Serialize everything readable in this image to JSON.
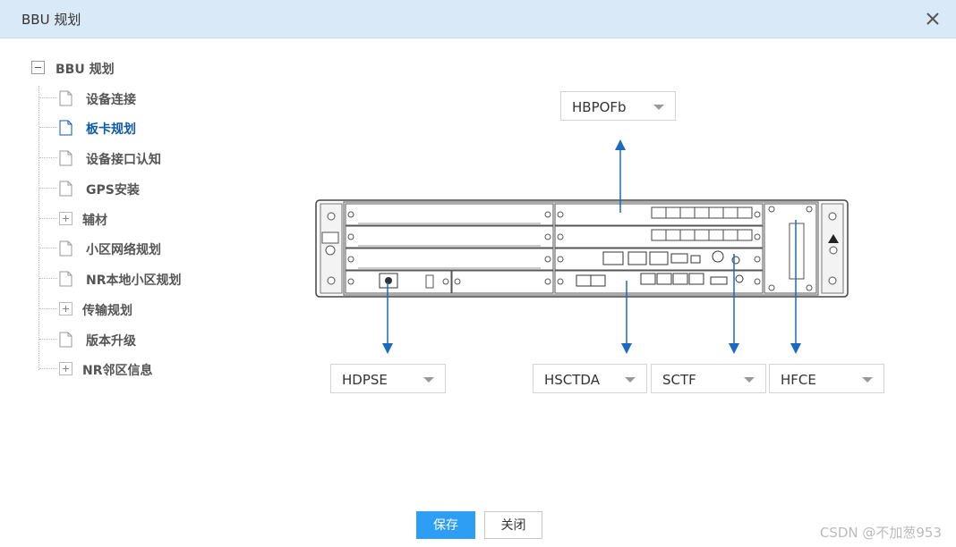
{
  "dialog": {
    "title": "BBU 规划"
  },
  "tree": {
    "root_label": "BBU 规划",
    "items": [
      {
        "label": "设备连接",
        "type": "file",
        "active": false
      },
      {
        "label": "板卡规划",
        "type": "file",
        "active": true
      },
      {
        "label": "设备接口认知",
        "type": "file",
        "active": false
      },
      {
        "label": "GPS安装",
        "type": "file",
        "active": false
      },
      {
        "label": "辅材",
        "type": "folder",
        "active": false
      },
      {
        "label": "小区网络规划",
        "type": "file",
        "active": false
      },
      {
        "label": "NR本地小区规划",
        "type": "file",
        "active": false
      },
      {
        "label": "传输规划",
        "type": "folder",
        "active": false
      },
      {
        "label": "版本升级",
        "type": "file",
        "active": false
      },
      {
        "label": "NR邻区信息",
        "type": "folder",
        "active": false
      }
    ]
  },
  "board_selects": {
    "top": "HBPOFb",
    "slot_power": "HDPSE",
    "slot_transport": "HSCTDA",
    "slot_control": "SCTF",
    "slot_fan": "HFCE"
  },
  "actions": {
    "save_label": "保存",
    "close_label": "关闭"
  },
  "watermark": "CSDN @不加葱953",
  "colors": {
    "titlebar": "#d9e9f7",
    "primary_button": "#2e9ef4",
    "active_tree_item": "#0e5aa7"
  },
  "icons": {
    "close": "close-icon",
    "collapse": "minus-box-icon",
    "expand": "plus-box-icon",
    "page": "file-icon"
  }
}
